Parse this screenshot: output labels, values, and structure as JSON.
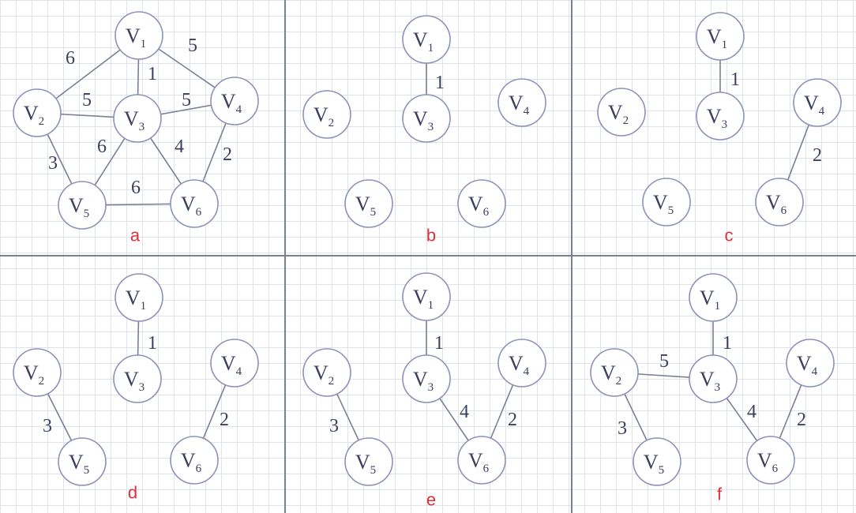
{
  "colors": {
    "panel_label": "#e0303a",
    "node_stroke": "#8c92b8",
    "edge": "#7b7f95",
    "text": "#3a3f5e"
  },
  "panels": [
    {
      "label": "a",
      "nodes": [
        {
          "id": "V1",
          "main": "V",
          "sub": "1"
        },
        {
          "id": "V2",
          "main": "V",
          "sub": "2"
        },
        {
          "id": "V3",
          "main": "V",
          "sub": "3"
        },
        {
          "id": "V4",
          "main": "V",
          "sub": "4"
        },
        {
          "id": "V5",
          "main": "V",
          "sub": "5"
        },
        {
          "id": "V6",
          "main": "V",
          "sub": "6"
        }
      ],
      "edges": [
        {
          "from": "V1",
          "to": "V2",
          "weight": "6"
        },
        {
          "from": "V1",
          "to": "V3",
          "weight": "1"
        },
        {
          "from": "V1",
          "to": "V4",
          "weight": "5"
        },
        {
          "from": "V2",
          "to": "V3",
          "weight": "5"
        },
        {
          "from": "V3",
          "to": "V4",
          "weight": "5"
        },
        {
          "from": "V2",
          "to": "V5",
          "weight": "3"
        },
        {
          "from": "V3",
          "to": "V5",
          "weight": "6"
        },
        {
          "from": "V3",
          "to": "V6",
          "weight": "4"
        },
        {
          "from": "V4",
          "to": "V6",
          "weight": "2"
        },
        {
          "from": "V5",
          "to": "V6",
          "weight": "6"
        }
      ]
    },
    {
      "label": "b",
      "nodes": [
        {
          "id": "V1",
          "main": "V",
          "sub": "1"
        },
        {
          "id": "V2",
          "main": "V",
          "sub": "2"
        },
        {
          "id": "V3",
          "main": "V",
          "sub": "3"
        },
        {
          "id": "V4",
          "main": "V",
          "sub": "4"
        },
        {
          "id": "V5",
          "main": "V",
          "sub": "5"
        },
        {
          "id": "V6",
          "main": "V",
          "sub": "6"
        }
      ],
      "edges": [
        {
          "from": "V1",
          "to": "V3",
          "weight": "1"
        }
      ]
    },
    {
      "label": "c",
      "nodes": [
        {
          "id": "V1",
          "main": "V",
          "sub": "1"
        },
        {
          "id": "V2",
          "main": "V",
          "sub": "2"
        },
        {
          "id": "V3",
          "main": "V",
          "sub": "3"
        },
        {
          "id": "V4",
          "main": "V",
          "sub": "4"
        },
        {
          "id": "V5",
          "main": "V",
          "sub": "5"
        },
        {
          "id": "V6",
          "main": "V",
          "sub": "6"
        }
      ],
      "edges": [
        {
          "from": "V1",
          "to": "V3",
          "weight": "1"
        },
        {
          "from": "V4",
          "to": "V6",
          "weight": "2"
        }
      ]
    },
    {
      "label": "d",
      "nodes": [
        {
          "id": "V1",
          "main": "V",
          "sub": "1"
        },
        {
          "id": "V2",
          "main": "V",
          "sub": "2"
        },
        {
          "id": "V3",
          "main": "V",
          "sub": "3"
        },
        {
          "id": "V4",
          "main": "V",
          "sub": "4"
        },
        {
          "id": "V5",
          "main": "V",
          "sub": "5"
        },
        {
          "id": "V6",
          "main": "V",
          "sub": "6"
        }
      ],
      "edges": [
        {
          "from": "V1",
          "to": "V3",
          "weight": "1"
        },
        {
          "from": "V4",
          "to": "V6",
          "weight": "2"
        },
        {
          "from": "V2",
          "to": "V5",
          "weight": "3"
        }
      ]
    },
    {
      "label": "e",
      "nodes": [
        {
          "id": "V1",
          "main": "V",
          "sub": "1"
        },
        {
          "id": "V2",
          "main": "V",
          "sub": "2"
        },
        {
          "id": "V3",
          "main": "V",
          "sub": "3"
        },
        {
          "id": "V4",
          "main": "V",
          "sub": "4"
        },
        {
          "id": "V5",
          "main": "V",
          "sub": "5"
        },
        {
          "id": "V6",
          "main": "V",
          "sub": "6"
        }
      ],
      "edges": [
        {
          "from": "V1",
          "to": "V3",
          "weight": "1"
        },
        {
          "from": "V4",
          "to": "V6",
          "weight": "2"
        },
        {
          "from": "V2",
          "to": "V5",
          "weight": "3"
        },
        {
          "from": "V3",
          "to": "V6",
          "weight": "4"
        }
      ]
    },
    {
      "label": "f",
      "nodes": [
        {
          "id": "V1",
          "main": "V",
          "sub": "1"
        },
        {
          "id": "V2",
          "main": "V",
          "sub": "2"
        },
        {
          "id": "V3",
          "main": "V",
          "sub": "3"
        },
        {
          "id": "V4",
          "main": "V",
          "sub": "4"
        },
        {
          "id": "V5",
          "main": "V",
          "sub": "5"
        },
        {
          "id": "V6",
          "main": "V",
          "sub": "6"
        }
      ],
      "edges": [
        {
          "from": "V1",
          "to": "V3",
          "weight": "1"
        },
        {
          "from": "V4",
          "to": "V6",
          "weight": "2"
        },
        {
          "from": "V2",
          "to": "V5",
          "weight": "3"
        },
        {
          "from": "V3",
          "to": "V6",
          "weight": "4"
        },
        {
          "from": "V2",
          "to": "V3",
          "weight": "5"
        }
      ]
    }
  ]
}
